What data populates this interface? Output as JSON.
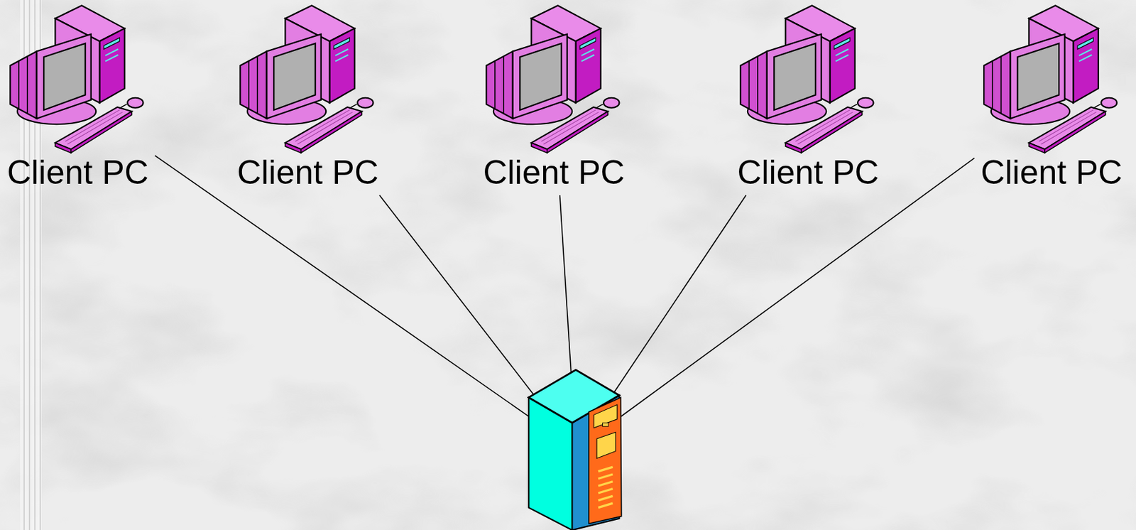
{
  "diagram": {
    "nodes": [
      {
        "text": [
          "Client PC"
        ]
      },
      {
        "text": [
          "Client PC"
        ]
      },
      {
        "text": [
          "Client PC"
        ]
      },
      {
        "text": [
          "Client PC"
        ]
      },
      {
        "text": [
          "Client PC"
        ]
      },
      {
        "text": []
      }
    ],
    "edges": [
      {
        "from": 0,
        "to": 5,
        "arrow": "none"
      },
      {
        "from": 1,
        "to": 5,
        "arrow": "none"
      },
      {
        "from": 2,
        "to": 5,
        "arrow": "none"
      },
      {
        "from": 3,
        "to": 5,
        "arrow": "none"
      },
      {
        "from": 4,
        "to": 5,
        "arrow": "none"
      }
    ]
  }
}
